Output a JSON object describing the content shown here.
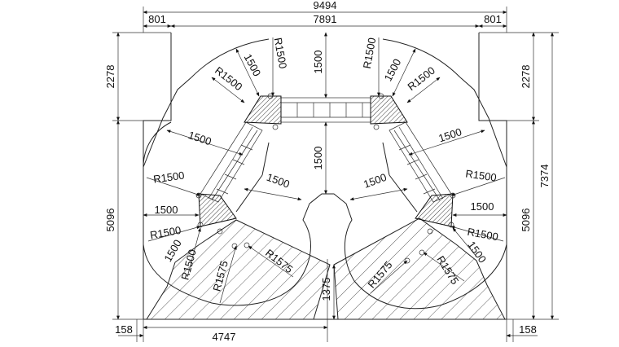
{
  "drawing": {
    "dims": {
      "overall_width": "9494",
      "left_offset": "801",
      "mid_width": "7891",
      "right_offset": "801",
      "left_upper_h": "2278",
      "right_upper_h": "2278",
      "total_h": "7374",
      "left_lower_h": "5096",
      "right_lower_h": "5096",
      "bottom_left": "158",
      "bottom_right": "158",
      "bottom_span": "4747",
      "center_h": "1375"
    },
    "labels": {
      "top_1500": "1500",
      "center_1500": "1500",
      "tl_1500": "1500",
      "tl_r1500": "R1500",
      "tl_r1500_b": "R1500",
      "tr_1500": "1500",
      "tr_r1500": "R1500",
      "tr_r1500_b": "R1500",
      "l_1500_a": "1500",
      "l_r1500": "R1500",
      "l_1500_b": "1500",
      "l_r1500_b": "R1500",
      "l_1500_c": "1500",
      "l_r1500_c": "R1500",
      "l_r1575": "R1575",
      "lc_1500": "1500",
      "l_r1575_b": "R1575",
      "r_1500_a": "1500",
      "r_r1500": "R1500",
      "r_1500_b": "1500",
      "r_r1500_b": "R1500",
      "r_1500_c": "1500",
      "r_r1575": "R1575",
      "rc_1500": "1500",
      "r_r1575_b": "R1575"
    }
  }
}
